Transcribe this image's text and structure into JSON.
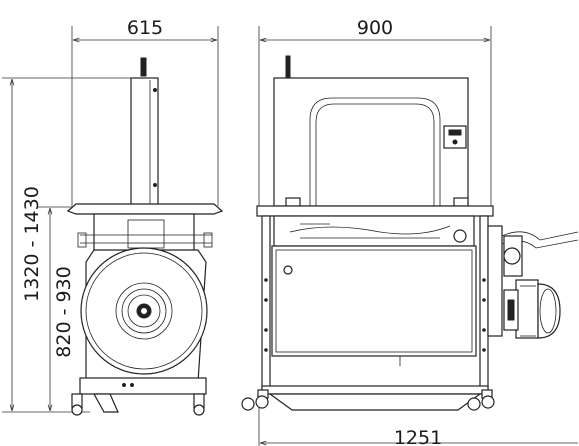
{
  "dimensions": {
    "side_depth": "615",
    "front_width": "900",
    "total_height": "1320 - 1430",
    "table_height": "820 - 930",
    "overall_width": "1251"
  }
}
